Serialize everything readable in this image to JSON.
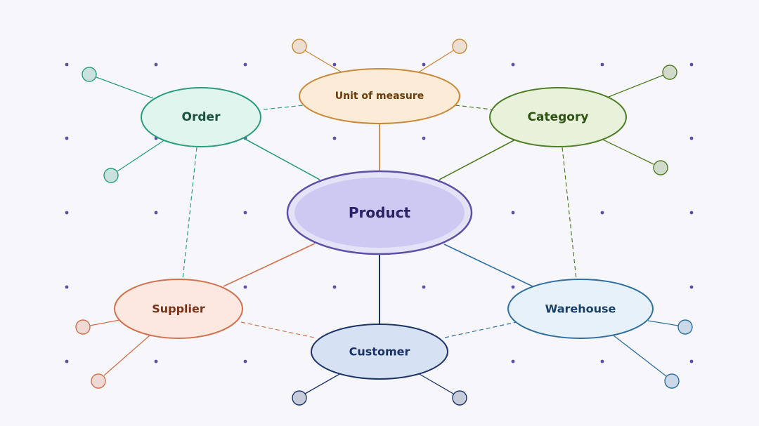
{
  "colors": {
    "background": "#f6f6fb",
    "grid_dot": "#5b4fa6",
    "product": {
      "stroke": "#5b4fa6",
      "fill": "#cdc9f3",
      "ring": "#e4e2f7",
      "text": "#2a2166"
    },
    "order": {
      "stroke": "#2a9d7c",
      "fill": "#e0f5ee",
      "text": "#19533f"
    },
    "unit_of_measure": {
      "stroke": "#c8893a",
      "fill": "#fcebd6",
      "text": "#6b3c0a"
    },
    "category": {
      "stroke": "#4f7d24",
      "fill": "#e8f2da",
      "text": "#2e5212"
    },
    "supplier": {
      "stroke": "#d0714f",
      "fill": "#fce8df",
      "text": "#7a3216"
    },
    "warehouse": {
      "stroke": "#2f6f9f",
      "fill": "#e6f1fa",
      "text": "#173f66"
    },
    "customer": {
      "stroke": "#1d3566",
      "fill": "#d6e2f3",
      "text": "#1b3163"
    }
  },
  "nodes": {
    "product": {
      "label": "Product"
    },
    "order": {
      "label": "Order"
    },
    "unit_of_measure": {
      "label": "Unit of measure"
    },
    "category": {
      "label": "Category"
    },
    "supplier": {
      "label": "Supplier"
    },
    "warehouse": {
      "label": "Warehouse"
    },
    "customer": {
      "label": "Customer"
    }
  },
  "edges": {
    "solid_to_product": [
      "order",
      "unit_of_measure",
      "category",
      "supplier",
      "warehouse",
      "customer"
    ],
    "dashed": [
      [
        "order",
        "unit_of_measure"
      ],
      [
        "unit_of_measure",
        "category"
      ],
      [
        "order",
        "supplier"
      ],
      [
        "category",
        "warehouse"
      ],
      [
        "supplier",
        "customer"
      ],
      [
        "customer",
        "warehouse"
      ]
    ]
  }
}
